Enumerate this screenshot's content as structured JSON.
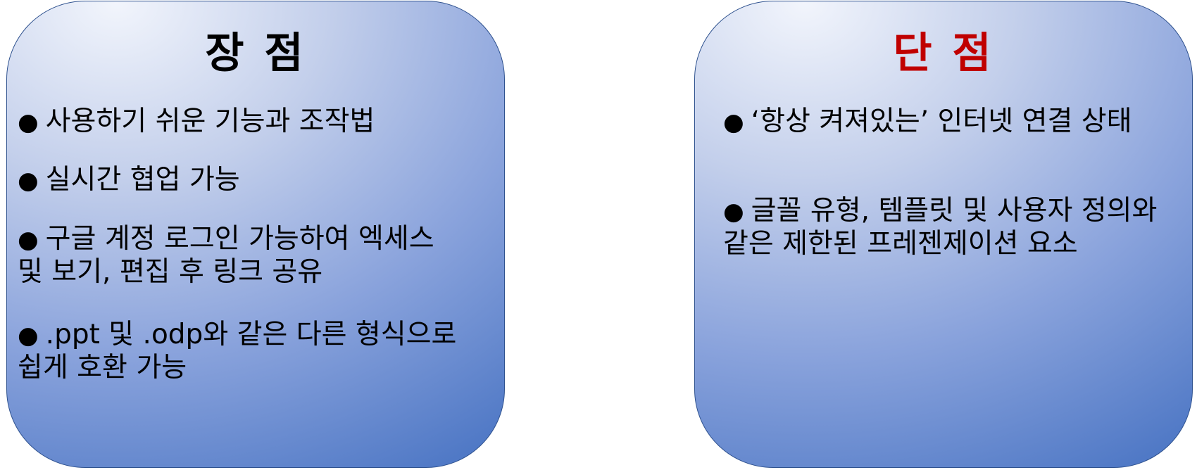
{
  "pros": {
    "title": "장 점",
    "items": [
      {
        "bullet": "●",
        "lines": [
          "사용하기 쉬운 기능과 조작법"
        ]
      },
      {
        "bullet": "●",
        "lines": [
          "실시간 협업 가능"
        ]
      },
      {
        "bullet": "●",
        "lines": [
          "구글 계정 로그인 가능하여 엑세스",
          "및 보기, 편집 후 링크 공유"
        ]
      },
      {
        "bullet": "●",
        "lines": [
          ".ppt 및 .odp와 같은 다른 형식으로",
          "쉽게 호환 가능"
        ]
      }
    ]
  },
  "cons": {
    "title": "단 점",
    "items": [
      {
        "bullet": "●",
        "lines": [
          "‘항상 켜져있는’ 인터넷 연결 상태"
        ]
      },
      {
        "bullet": "●",
        "lines": [
          "글꼴 유형, 템플릿 및 사용자 정의와",
          "같은 제한된 프레젠제이션 요소"
        ]
      }
    ]
  },
  "colors": {
    "panel_border": "#2f528f",
    "gradient_light": "#f2f5fc",
    "gradient_dark": "#5079c6",
    "cons_title": "#c00000"
  }
}
